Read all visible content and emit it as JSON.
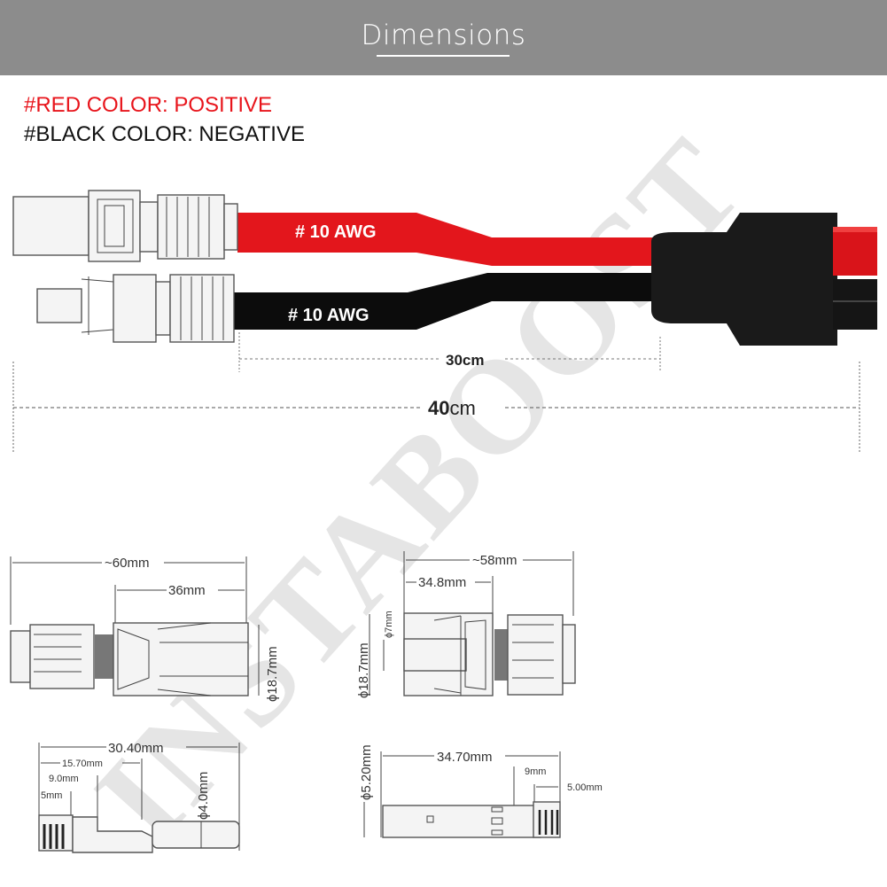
{
  "header": {
    "title": "Dimensions"
  },
  "legend": {
    "positive": "#RED COLOR: POSITIVE",
    "negative": "#BLACK COLOR: NEGATIVE",
    "positive_color": "#e8141b",
    "negative_color": "#111111"
  },
  "cable": {
    "red_label": "# 10 AWG",
    "black_label": "# 10 AWG",
    "red_color": "#e3161c",
    "black_color": "#0c0c0c",
    "short_length": "30cm",
    "total_length_number": "40",
    "total_length_unit": "cm"
  },
  "female_connector": {
    "overall": "~60mm",
    "body": "36mm",
    "diameter": "ϕ18.7mm"
  },
  "female_contact": {
    "overall": "30.40mm",
    "d1": "15.70mm",
    "d2": "9.0mm",
    "d3": "5mm",
    "diameter": "ϕ4.0mm"
  },
  "male_connector": {
    "overall": "~58mm",
    "body": "34.8mm",
    "diameter": "ϕ18.7mm",
    "pin_diameter": "ϕ7mm"
  },
  "male_contact": {
    "overall": "34.70mm",
    "d1": "9mm",
    "d2": "5.00mm",
    "diameter": "ϕ5.20mm"
  },
  "watermark": "INSTABOOST"
}
